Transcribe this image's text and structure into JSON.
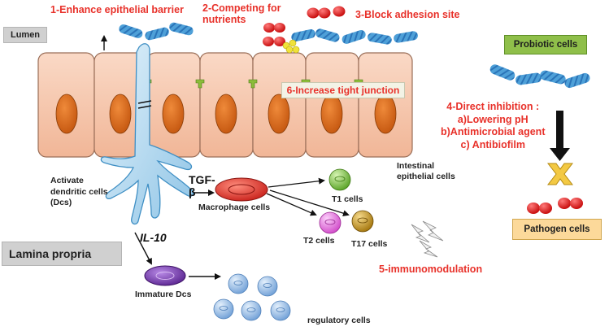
{
  "labels": {
    "enhance": "1-Enhance epithelial barrier",
    "competing": "2-Competing for\nnutrients",
    "block": "3-Block adhesion site",
    "inhibition": "4-Direct inhibition :\na)Lowering pH\nb)Antimicrobial agent\nc) Antibiofilm",
    "immunomod": "5-immunomodulation",
    "tight_junction": "6-Increase tight junction",
    "lumen": "Lumen",
    "lamina": "Lamina propria",
    "probiotic": "Probiotic cells",
    "pathogen": "Pathogen cells",
    "dendritic": "Activate\ndendritic cells\n(Dcs)",
    "tgf": "TGF-\nβ",
    "macrophage": "Macrophage cells",
    "t1": "T1 cells",
    "t2": "T2 cells",
    "t17": "T17 cells",
    "intestinal": "Intestinal\nepithelial cells",
    "il10": "IL-10",
    "immature": "Immature Dcs",
    "regulatory": "regulatory cells"
  },
  "colors": {
    "annotation": "#e8312a",
    "epithelial_cell": "#f6c7ae",
    "nucleus": "#d9661a",
    "junction": "#8cbc3a",
    "probiotic_box": "#8fbf4a",
    "pathogen_box": "#fcd99a",
    "label_box": "#d0d0d0",
    "macrophage": "#e3342a",
    "t1": "#77c23e",
    "t2": "#ef7de8",
    "t17": "#c8940f",
    "immature_dc": "#7a3fae",
    "regulatory": "#9cc3ea",
    "pathogen": "#e11c1c",
    "nutrient": "#f0e23a",
    "bacteria": "#4ea0d8"
  },
  "icons": {
    "inhibit": "x-block-icon",
    "arrow": "arrow-down-icon",
    "signal": "lightning-icon"
  }
}
